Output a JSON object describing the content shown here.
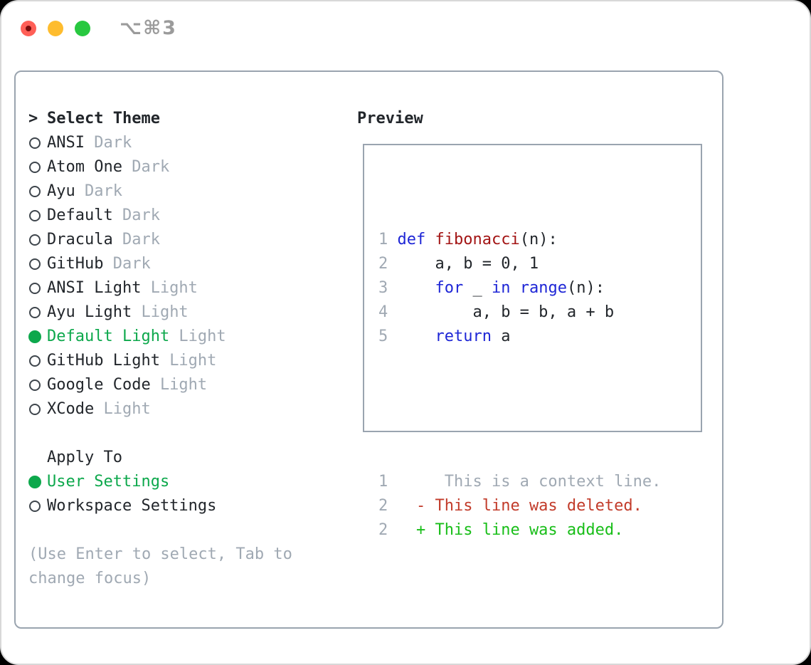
{
  "window": {
    "title": "⌥⌘3",
    "traffic_lights": [
      {
        "name": "close",
        "state": "modified-dot"
      },
      {
        "name": "minimize",
        "state": "plain"
      },
      {
        "name": "zoom",
        "state": "plain"
      }
    ]
  },
  "theme_picker": {
    "prompt": ">",
    "header": "Select Theme",
    "items": [
      {
        "name": "ANSI",
        "tag": "Dark",
        "selected": false
      },
      {
        "name": "Atom One",
        "tag": "Dark",
        "selected": false
      },
      {
        "name": "Ayu",
        "tag": "Dark",
        "selected": false
      },
      {
        "name": "Default",
        "tag": "Dark",
        "selected": false
      },
      {
        "name": "Dracula",
        "tag": "Dark",
        "selected": false
      },
      {
        "name": "GitHub",
        "tag": "Dark",
        "selected": false
      },
      {
        "name": "ANSI Light",
        "tag": "Light",
        "selected": false
      },
      {
        "name": "Ayu Light",
        "tag": "Light",
        "selected": false
      },
      {
        "name": "Default Light",
        "tag": "Light",
        "selected": true
      },
      {
        "name": "GitHub Light",
        "tag": "Light",
        "selected": false
      },
      {
        "name": "Google Code",
        "tag": "Light",
        "selected": false
      },
      {
        "name": "XCode",
        "tag": "Light",
        "selected": false
      }
    ]
  },
  "apply_to": {
    "header": "Apply To",
    "options": [
      {
        "label": "User Settings",
        "selected": true
      },
      {
        "label": "Workspace Settings",
        "selected": false
      }
    ]
  },
  "footer_hint": "(Use Enter to select, Tab to change focus)",
  "preview": {
    "header": "Preview",
    "code_lines": [
      [
        {
          "t": "1 ",
          "c": "lineno"
        },
        {
          "t": "def ",
          "c": "keyword"
        },
        {
          "t": "fibonacci",
          "c": "function"
        },
        {
          "t": "(n):",
          "c": "text"
        }
      ],
      [
        {
          "t": "2 ",
          "c": "lineno"
        },
        {
          "t": "    a, b = 0, 1",
          "c": "text"
        }
      ],
      [
        {
          "t": "3 ",
          "c": "lineno"
        },
        {
          "t": "    ",
          "c": "text"
        },
        {
          "t": "for",
          "c": "keyword"
        },
        {
          "t": " _ ",
          "c": "text"
        },
        {
          "t": "in",
          "c": "keyword"
        },
        {
          "t": " ",
          "c": "text"
        },
        {
          "t": "range",
          "c": "keyword"
        },
        {
          "t": "(n):",
          "c": "text"
        }
      ],
      [
        {
          "t": "4 ",
          "c": "lineno"
        },
        {
          "t": "        a, b = b, a + b",
          "c": "text"
        }
      ],
      [
        {
          "t": "5 ",
          "c": "lineno"
        },
        {
          "t": "    ",
          "c": "text"
        },
        {
          "t": "return",
          "c": "keyword"
        },
        {
          "t": " a",
          "c": "text"
        }
      ]
    ],
    "diff_lines": [
      [
        {
          "t": "1",
          "c": "lineno"
        },
        {
          "t": "      This is a context line.",
          "c": "context"
        }
      ],
      [
        {
          "t": "2",
          "c": "lineno"
        },
        {
          "t": "   ",
          "c": "text"
        },
        {
          "t": "- This line was deleted.",
          "c": "deleted"
        }
      ],
      [
        {
          "t": "2",
          "c": "lineno"
        },
        {
          "t": "   ",
          "c": "text"
        },
        {
          "t": "+ This line was added.",
          "c": "added"
        }
      ]
    ]
  },
  "colors": {
    "text": "#22262b",
    "muted": "#a0a9b3",
    "select_green": "#0da84c",
    "added_green": "#19be19",
    "deleted_red": "#c23b2a",
    "function_red": "#a31515",
    "keyword_blue": "#1e26d6",
    "panel_border": "#9aa4af",
    "titlebar_text": "#9b9b9b",
    "traffic_red": "#ff5f57",
    "traffic_red_dot": "#7a0c0c",
    "traffic_yellow": "#febc2e",
    "traffic_green": "#28c840"
  }
}
